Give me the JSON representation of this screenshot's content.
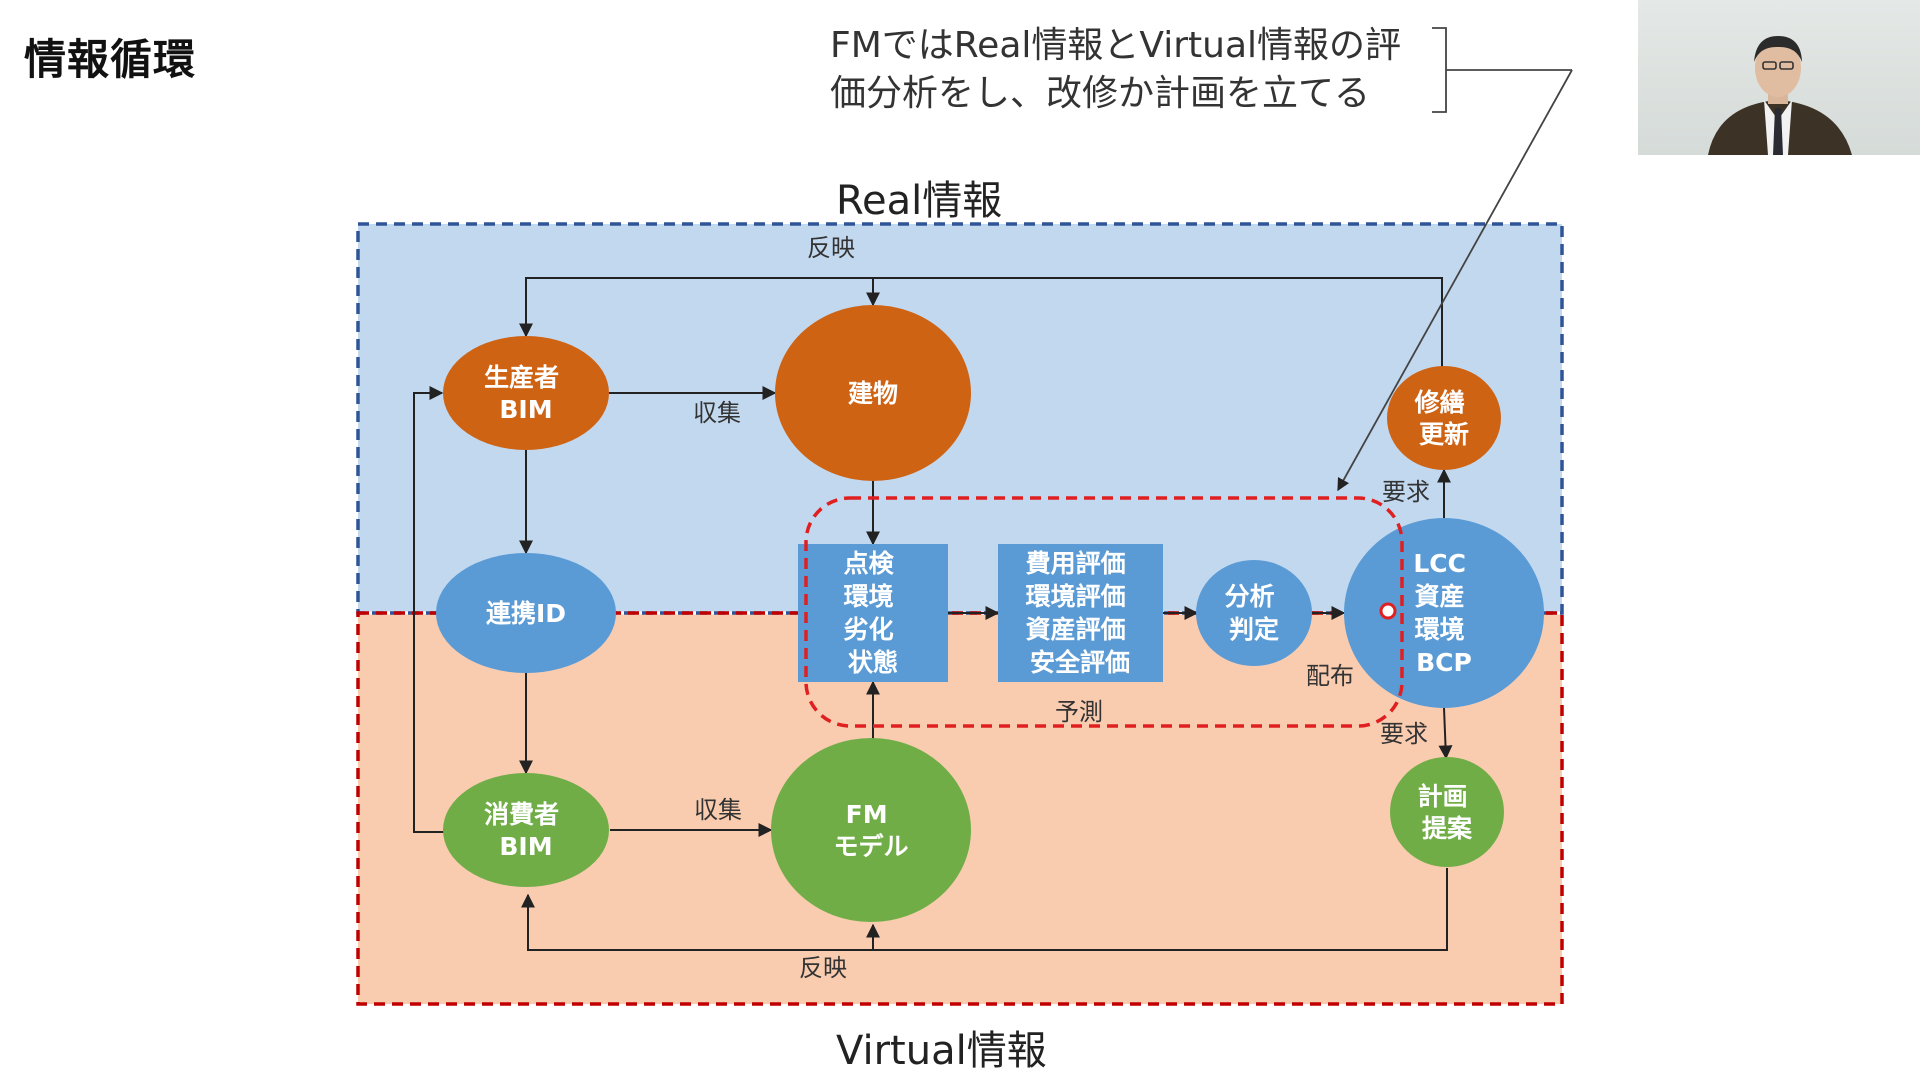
{
  "title": "情報循環",
  "callout": {
    "line1": "FMではReal情報とVirtual情報の評",
    "line2": "価分析をし、改修か計画を立てる"
  },
  "regions": {
    "real_label": "Real情報",
    "virtual_label": "Virtual情報"
  },
  "nodes": {
    "producer_bim": [
      "生産者",
      "BIM"
    ],
    "building": [
      "建物"
    ],
    "repair": [
      "修繕",
      "更新"
    ],
    "link_id": [
      "連携ID"
    ],
    "inspection": [
      "点検",
      "環境",
      "劣化",
      "状態"
    ],
    "evaluation": [
      "費用評価",
      "環境評価",
      "資産評価",
      "安全評価"
    ],
    "analysis": [
      "分析",
      "判定"
    ],
    "lcc": [
      "LCC",
      "資産",
      "環境",
      "BCP"
    ],
    "consumer_bim": [
      "消費者",
      "BIM"
    ],
    "fm_model": [
      "FM",
      "モデル"
    ],
    "plan": [
      "計画",
      "提案"
    ]
  },
  "edge_labels": {
    "reflect_top": "反映",
    "collect_top": "収集",
    "request_up": "要求",
    "distribute": "配布",
    "predict": "予測",
    "request_down": "要求",
    "collect_bottom": "収集",
    "reflect_bottom": "反映"
  },
  "colors": {
    "real_bg": "#c2d8ef",
    "virtual_bg": "#f9ccb0",
    "orange": "#cf6314",
    "blue": "#5b9bd5",
    "green": "#70ad47",
    "real_border": "#2f5597",
    "virtual_border": "#c00000",
    "focus_border": "#e02020"
  }
}
